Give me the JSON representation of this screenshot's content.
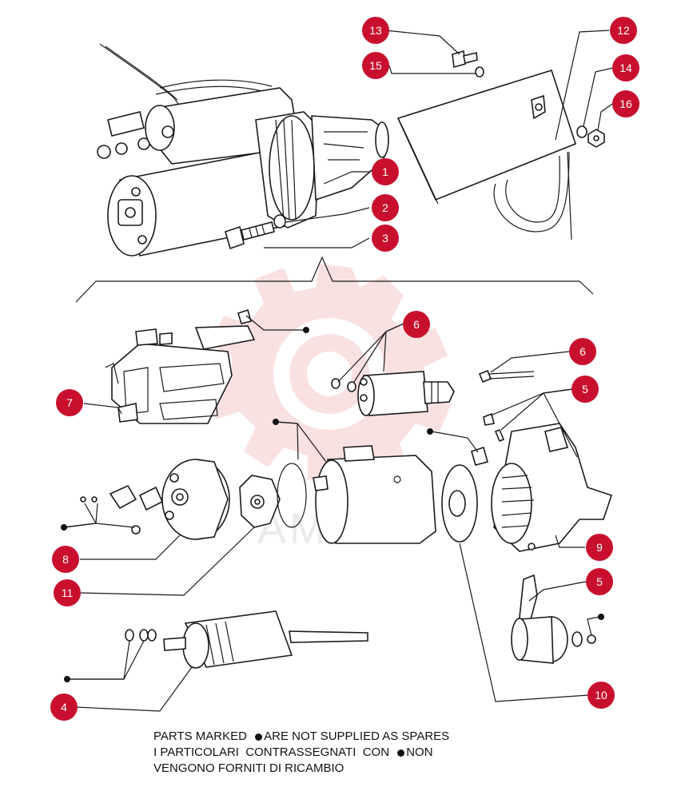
{
  "callouts": [
    "1",
    "2",
    "3",
    "4",
    "5",
    "5",
    "6",
    "6",
    "7",
    "8",
    "9",
    "10",
    "11",
    "12",
    "13",
    "14",
    "15",
    "16"
  ],
  "watermark": "AMTEX",
  "note": {
    "en_before": "PARTS MARKED ",
    "en_after": "ARE NOT SUPPLIED AS SPARES",
    "it_before": "I PARTICOLARI  CONTRASSEGNATI  CON ",
    "it_after": "NON",
    "it_line2": "VENGONO FORNITI DI RICAMBIO"
  },
  "colors": {
    "callout": "#c8102e",
    "watermark": "#f2b8b8",
    "line": "#1a1a1a"
  }
}
